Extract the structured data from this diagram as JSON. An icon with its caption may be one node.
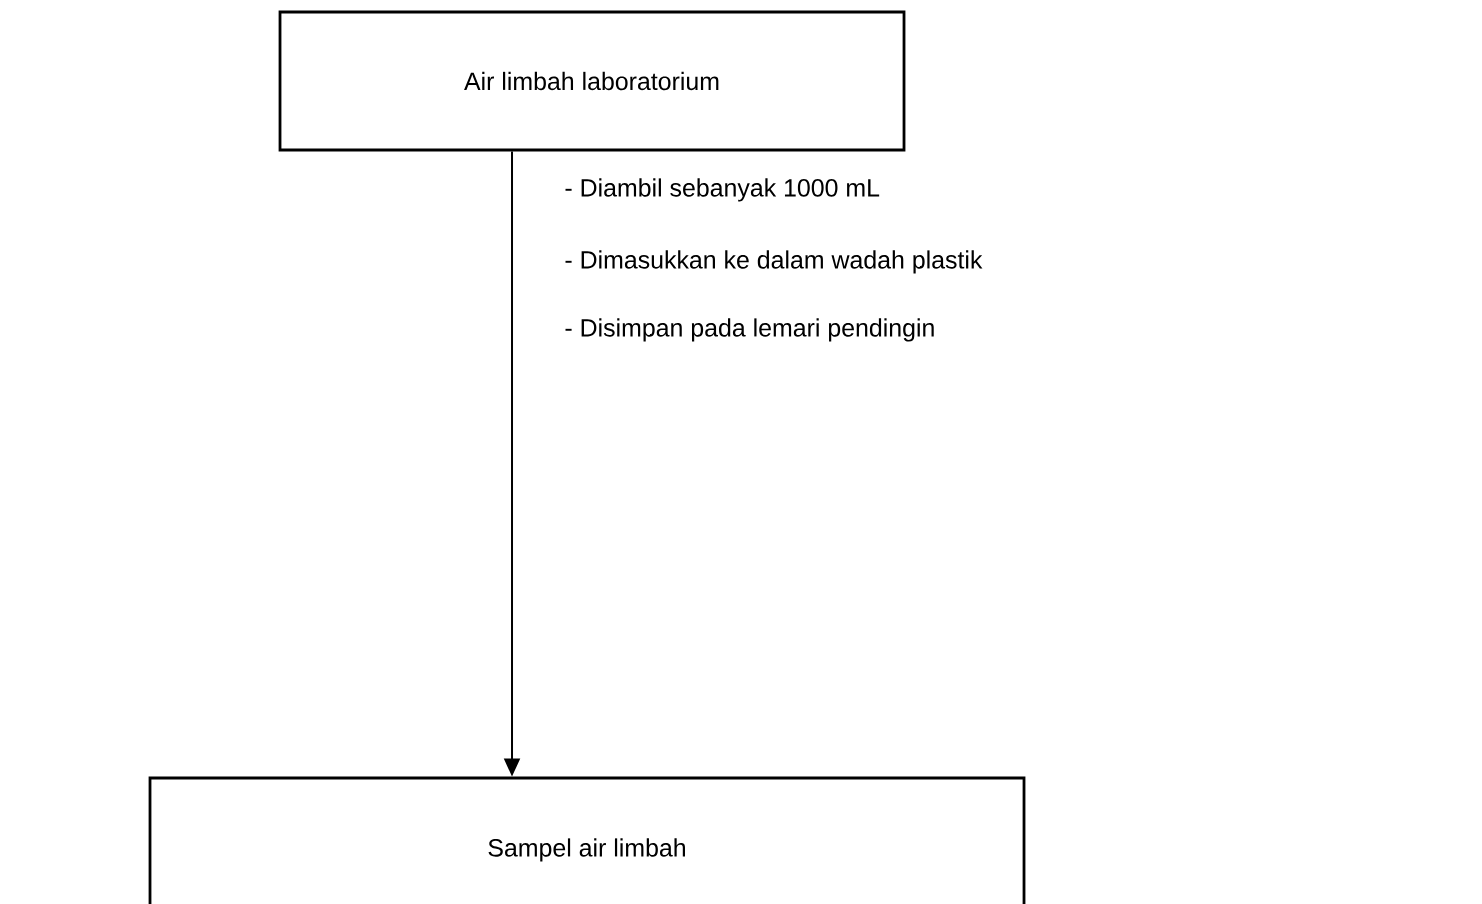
{
  "diagram": {
    "nodes": [
      {
        "text": [
          "Air limbah laboratorium"
        ]
      },
      {
        "text": [
          "Sampel air limbah"
        ]
      }
    ],
    "edges": [
      {
        "from": 0,
        "to": 1,
        "arrow": "to"
      }
    ],
    "labels": [
      "- Diambil sebanyak 1000 mL",
      "- Dimasukkan ke dalam wadah plastik",
      "- Disimpan pada lemari pendingin"
    ]
  }
}
